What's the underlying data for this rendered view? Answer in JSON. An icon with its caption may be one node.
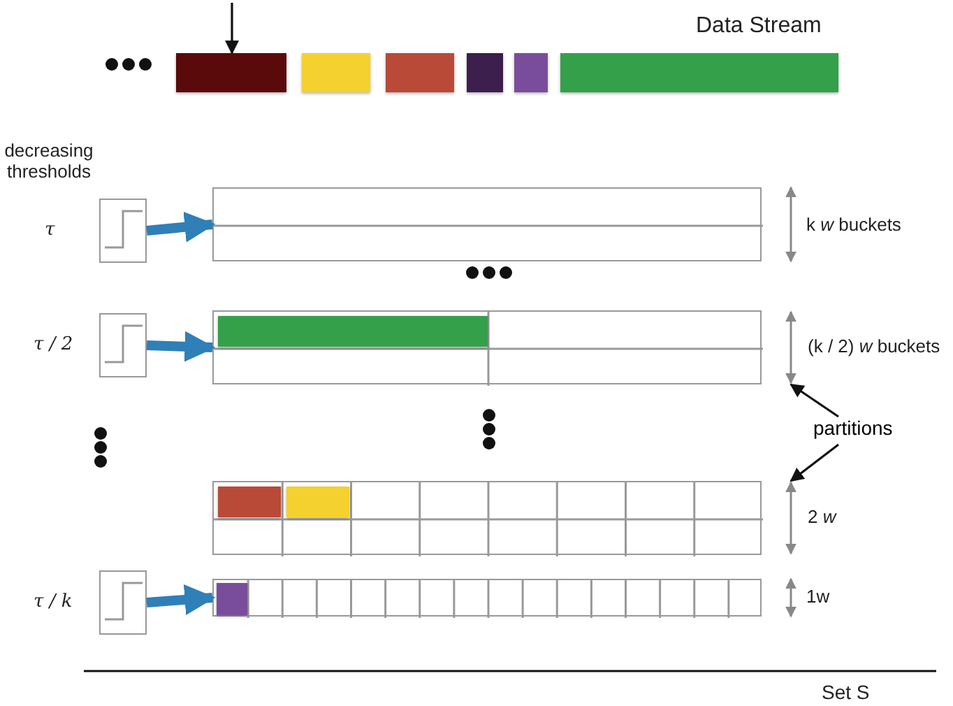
{
  "diagram": {
    "nodes": [
      {
        "text": [],
        "shape": "bar"
      },
      {
        "text": [],
        "shape": "bar"
      },
      {
        "text": [],
        "shape": "bar"
      },
      {
        "text": [],
        "shape": "bar"
      },
      {
        "text": [],
        "shape": "bar"
      },
      {
        "text": [],
        "shape": "bar"
      },
      {
        "text": [],
        "shape": "picture",
        "beside": [
          "τ"
        ]
      },
      {
        "text": [],
        "shape": "box",
        "beside": [
          "k *w*  buckets"
        ]
      },
      {
        "text": [],
        "shape": "picture",
        "beside": [
          "τ / 2"
        ]
      },
      {
        "text": [],
        "shape": "box"
      },
      {
        "text": [],
        "shape": "bar",
        "in": 9
      },
      {
        "text": [
          "partitions"
        ]
      },
      {
        "text": [],
        "shape": "box"
      },
      {
        "text": [],
        "shape": "bar",
        "in": 12
      },
      {
        "text": [],
        "shape": "bar",
        "in": 12
      },
      {
        "text": [],
        "shape": "picture",
        "beside": [
          "τ / k"
        ]
      },
      {
        "text": [],
        "shape": "box",
        "beside": [
          "1w"
        ]
      },
      {
        "text": [],
        "shape": "bar",
        "in": 16
      },
      {
        "text": [],
        "shape": "line",
        "beside": [
          "(k / 2) *w*  buckets"
        ]
      },
      {
        "text": [],
        "shape": "line",
        "beside": [
          "2 *w*"
        ]
      }
    ],
    "edges": [
      {
        "from": null,
        "to": 0,
        "arrow": "to"
      },
      {
        "from": 6,
        "to": 7,
        "arrow": "to",
        "style": "thick",
        "color": "#2f7fb8"
      },
      {
        "from": 8,
        "to": 9,
        "arrow": "to",
        "style": "thick",
        "color": "#2f7fb8"
      },
      {
        "from": 15,
        "to": 16,
        "arrow": "to",
        "style": "thick",
        "color": "#2f7fb8"
      },
      {
        "from": 11,
        "to": 18,
        "arrow": "to"
      },
      {
        "from": 11,
        "to": 19,
        "arrow": "to"
      }
    ],
    "labels": [
      "Data Stream",
      "decreasing thresholds",
      "Set S"
    ]
  }
}
